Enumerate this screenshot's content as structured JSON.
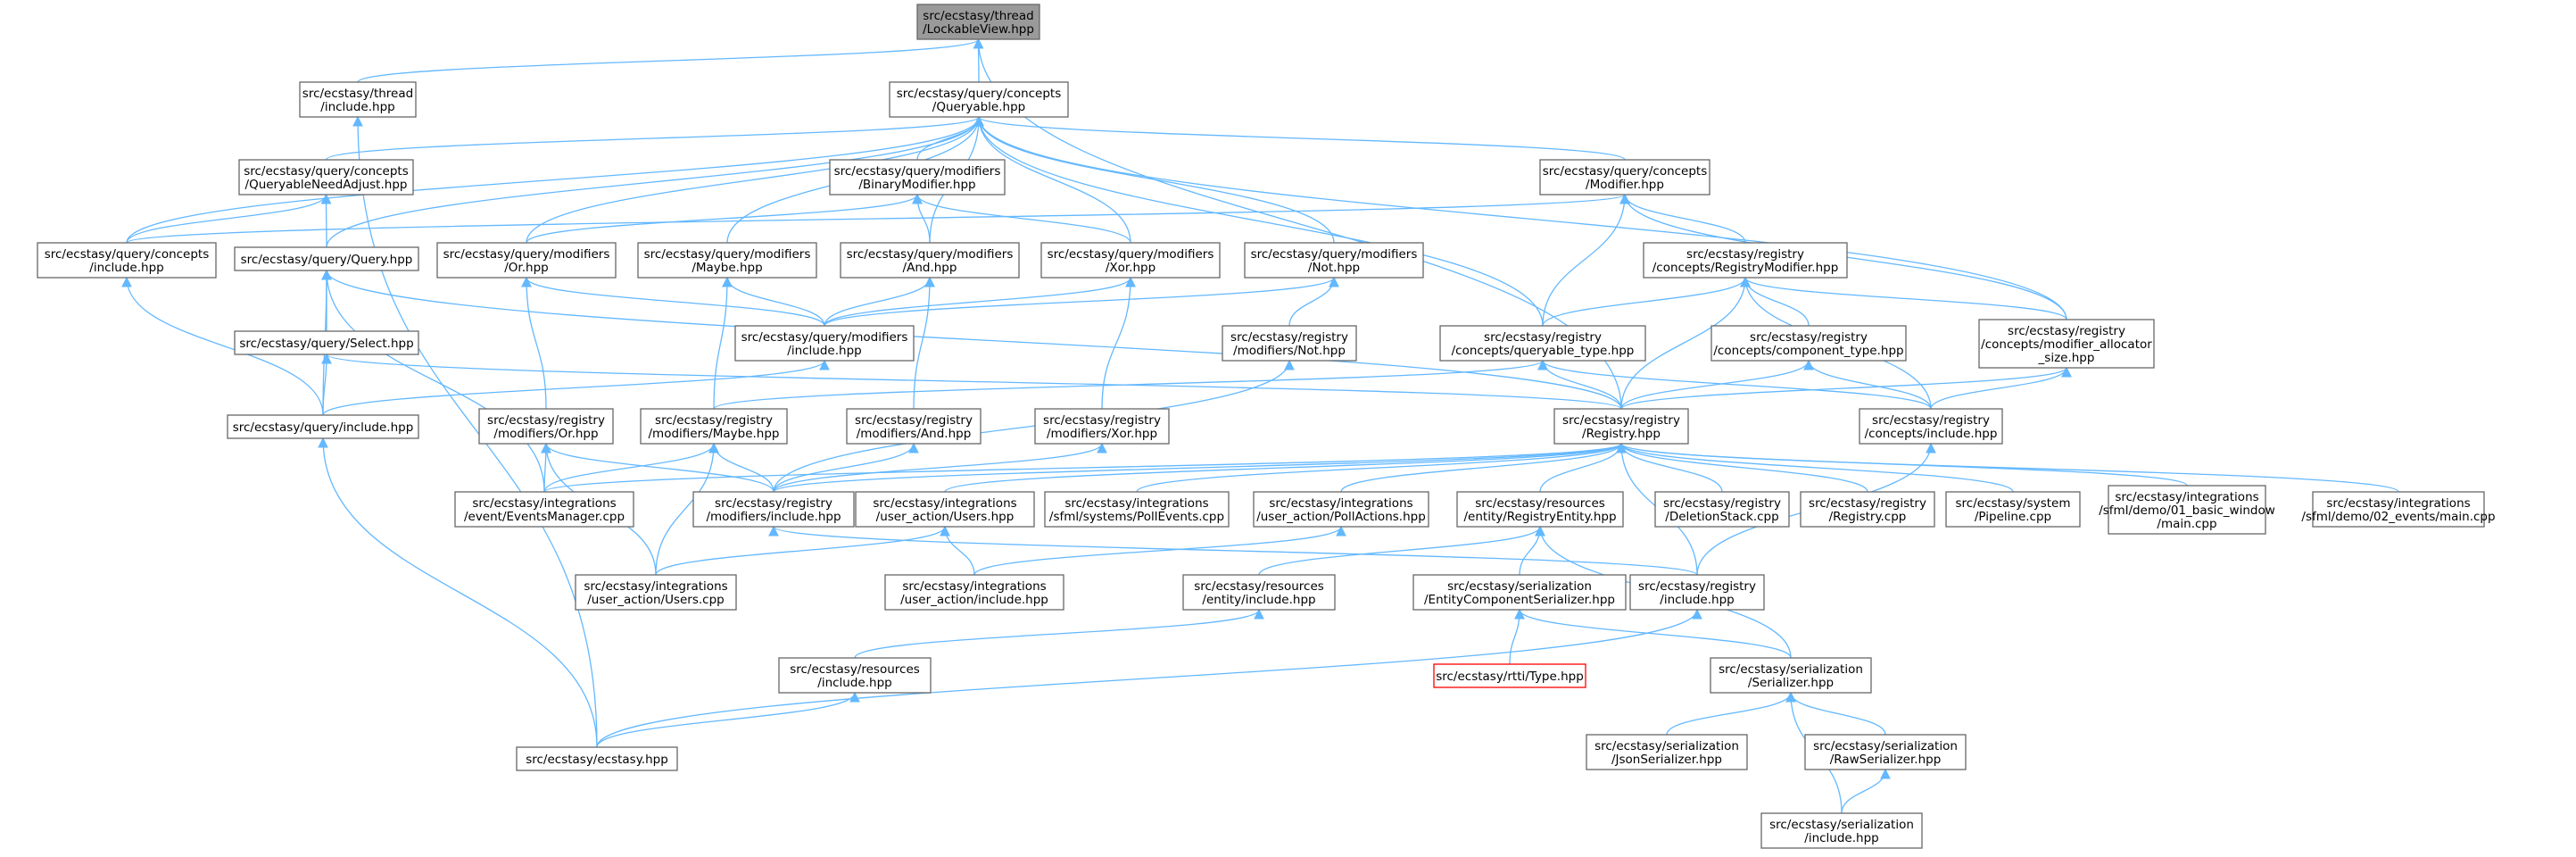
{
  "diagram": {
    "edge_color": "#63b8ff",
    "node_border_color": "#666666",
    "root_fill_color": "#9a9a9a",
    "missing_border_color": "#ff0000",
    "nodes": [
      {
        "id": "lockable",
        "lines": [
          "src/ecstasy/thread",
          "/LockableView.hpp"
        ]
      },
      {
        "id": "thread_inc",
        "lines": [
          "src/ecstasy/thread",
          "/include.hpp"
        ]
      },
      {
        "id": "queryable",
        "lines": [
          "src/ecstasy/query/concepts",
          "/Queryable.hpp"
        ]
      },
      {
        "id": "qneedadjust",
        "lines": [
          "src/ecstasy/query/concepts",
          "/QueryableNeedAdjust.hpp"
        ]
      },
      {
        "id": "binmod",
        "lines": [
          "src/ecstasy/query/modifiers",
          "/BinaryModifier.hpp"
        ]
      },
      {
        "id": "modifier",
        "lines": [
          "src/ecstasy/query/concepts",
          "/Modifier.hpp"
        ]
      },
      {
        "id": "concepts_inc",
        "lines": [
          "src/ecstasy/query/concepts",
          "/include.hpp"
        ]
      },
      {
        "id": "query",
        "lines": [
          "src/ecstasy/query/Query.hpp"
        ]
      },
      {
        "id": "or",
        "lines": [
          "src/ecstasy/query/modifiers",
          "/Or.hpp"
        ]
      },
      {
        "id": "maybe",
        "lines": [
          "src/ecstasy/query/modifiers",
          "/Maybe.hpp"
        ]
      },
      {
        "id": "and",
        "lines": [
          "src/ecstasy/query/modifiers",
          "/And.hpp"
        ]
      },
      {
        "id": "xor",
        "lines": [
          "src/ecstasy/query/modifiers",
          "/Xor.hpp"
        ]
      },
      {
        "id": "not",
        "lines": [
          "src/ecstasy/query/modifiers",
          "/Not.hpp"
        ]
      },
      {
        "id": "regmod",
        "lines": [
          "src/ecstasy/registry",
          "/concepts/RegistryModifier.hpp"
        ]
      },
      {
        "id": "select",
        "lines": [
          "src/ecstasy/query/Select.hpp"
        ]
      },
      {
        "id": "mods_inc",
        "lines": [
          "src/ecstasy/query/modifiers",
          "/include.hpp"
        ]
      },
      {
        "id": "reg_not",
        "lines": [
          "src/ecstasy/registry",
          "/modifiers/Not.hpp"
        ]
      },
      {
        "id": "qtype",
        "lines": [
          "src/ecstasy/registry",
          "/concepts/queryable_type.hpp"
        ]
      },
      {
        "id": "comptype",
        "lines": [
          "src/ecstasy/registry",
          "/concepts/component_type.hpp"
        ]
      },
      {
        "id": "modalloc",
        "lines": [
          "src/ecstasy/registry",
          "/concepts/modifier_allocator",
          "_size.hpp"
        ]
      },
      {
        "id": "query_inc",
        "lines": [
          "src/ecstasy/query/include.hpp"
        ]
      },
      {
        "id": "reg_or",
        "lines": [
          "src/ecstasy/registry",
          "/modifiers/Or.hpp"
        ]
      },
      {
        "id": "reg_maybe",
        "lines": [
          "src/ecstasy/registry",
          "/modifiers/Maybe.hpp"
        ]
      },
      {
        "id": "reg_and",
        "lines": [
          "src/ecstasy/registry",
          "/modifiers/And.hpp"
        ]
      },
      {
        "id": "reg_xor",
        "lines": [
          "src/ecstasy/registry",
          "/modifiers/Xor.hpp"
        ]
      },
      {
        "id": "registry",
        "lines": [
          "src/ecstasy/registry",
          "/Registry.hpp"
        ]
      },
      {
        "id": "regconc_inc",
        "lines": [
          "src/ecstasy/registry",
          "/concepts/include.hpp"
        ]
      },
      {
        "id": "evmgr",
        "lines": [
          "src/ecstasy/integrations",
          "/event/EventsManager.cpp"
        ]
      },
      {
        "id": "regmods_inc",
        "lines": [
          "src/ecstasy/registry",
          "/modifiers/include.hpp"
        ]
      },
      {
        "id": "users_hpp",
        "lines": [
          "src/ecstasy/integrations",
          "/user_action/Users.hpp"
        ]
      },
      {
        "id": "pollevents",
        "lines": [
          "src/ecstasy/integrations",
          "/sfml/systems/PollEvents.cpp"
        ]
      },
      {
        "id": "pollactions",
        "lines": [
          "src/ecstasy/integrations",
          "/user_action/PollActions.hpp"
        ]
      },
      {
        "id": "regentity",
        "lines": [
          "src/ecstasy/resources",
          "/entity/RegistryEntity.hpp"
        ]
      },
      {
        "id": "delstack",
        "lines": [
          "src/ecstasy/registry",
          "/DeletionStack.cpp"
        ]
      },
      {
        "id": "reg_cpp",
        "lines": [
          "src/ecstasy/registry",
          "/Registry.cpp"
        ]
      },
      {
        "id": "pipeline",
        "lines": [
          "src/ecstasy/system",
          "/Pipeline.cpp"
        ]
      },
      {
        "id": "demo01",
        "lines": [
          "src/ecstasy/integrations",
          "/sfml/demo/01_basic_window",
          "/main.cpp"
        ]
      },
      {
        "id": "demo02",
        "lines": [
          "src/ecstasy/integrations",
          "/sfml/demo/02_events/main.cpp"
        ]
      },
      {
        "id": "users_cpp",
        "lines": [
          "src/ecstasy/integrations",
          "/user_action/Users.cpp"
        ]
      },
      {
        "id": "ua_inc",
        "lines": [
          "src/ecstasy/integrations",
          "/user_action/include.hpp"
        ]
      },
      {
        "id": "entity_inc",
        "lines": [
          "src/ecstasy/resources",
          "/entity/include.hpp"
        ]
      },
      {
        "id": "ecser",
        "lines": [
          "src/ecstasy/serialization",
          "/EntityComponentSerializer.hpp"
        ]
      },
      {
        "id": "reg_inc",
        "lines": [
          "src/ecstasy/registry",
          "/include.hpp"
        ]
      },
      {
        "id": "type",
        "lines": [
          "src/ecstasy/rtti/Type.hpp"
        ]
      },
      {
        "id": "res_inc",
        "lines": [
          "src/ecstasy/resources",
          "/include.hpp"
        ]
      },
      {
        "id": "serializer",
        "lines": [
          "src/ecstasy/serialization",
          "/Serializer.hpp"
        ]
      },
      {
        "id": "ecstasy",
        "lines": [
          "src/ecstasy/ecstasy.hpp"
        ]
      },
      {
        "id": "jsonser",
        "lines": [
          "src/ecstasy/serialization",
          "/JsonSerializer.hpp"
        ]
      },
      {
        "id": "rawser",
        "lines": [
          "src/ecstasy/serialization",
          "/RawSerializer.hpp"
        ]
      },
      {
        "id": "ser_inc",
        "lines": [
          "src/ecstasy/serialization",
          "/include.hpp"
        ]
      }
    ]
  }
}
